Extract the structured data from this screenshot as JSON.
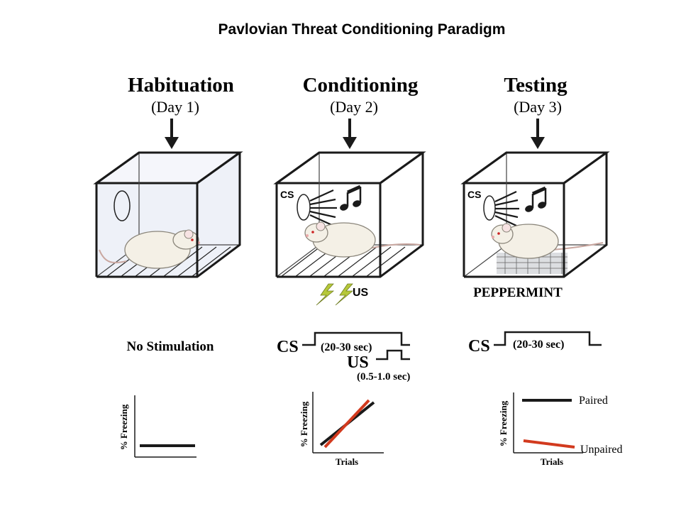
{
  "title": "Pavlovian Threat Conditioning Paradigm",
  "phases": [
    {
      "name": "Habituation",
      "day": "(Day 1)",
      "stimulus_label": "No Stimulation",
      "graph": {
        "ylabel": "% Freezing"
      }
    },
    {
      "name": "Conditioning",
      "day": "(Day 2)",
      "speaker_label": "CS",
      "floor_label": "US",
      "timing": {
        "cs_label": "CS",
        "cs_duration": "(20-30 sec)",
        "us_label": "US",
        "us_duration": "(0.5-1.0 sec)"
      },
      "graph": {
        "ylabel": "% Freezing",
        "xlabel": "Trials"
      }
    },
    {
      "name": "Testing",
      "day": "(Day 3)",
      "speaker_label": "CS",
      "context_label": "PEPPERMINT",
      "timing": {
        "cs_label": "CS",
        "cs_duration": "(20-30 sec)"
      },
      "graph": {
        "ylabel": "% Freezing",
        "xlabel": "Trials",
        "series": [
          {
            "name": "Paired",
            "color": "#1a1a1a"
          },
          {
            "name": "Unpaired",
            "color": "#d23a1e"
          }
        ]
      }
    }
  ],
  "colors": {
    "line": "#1a1a1a",
    "red": "#d23a1e",
    "lightning": "#b6c83a",
    "rat": "#f4f0e6"
  }
}
